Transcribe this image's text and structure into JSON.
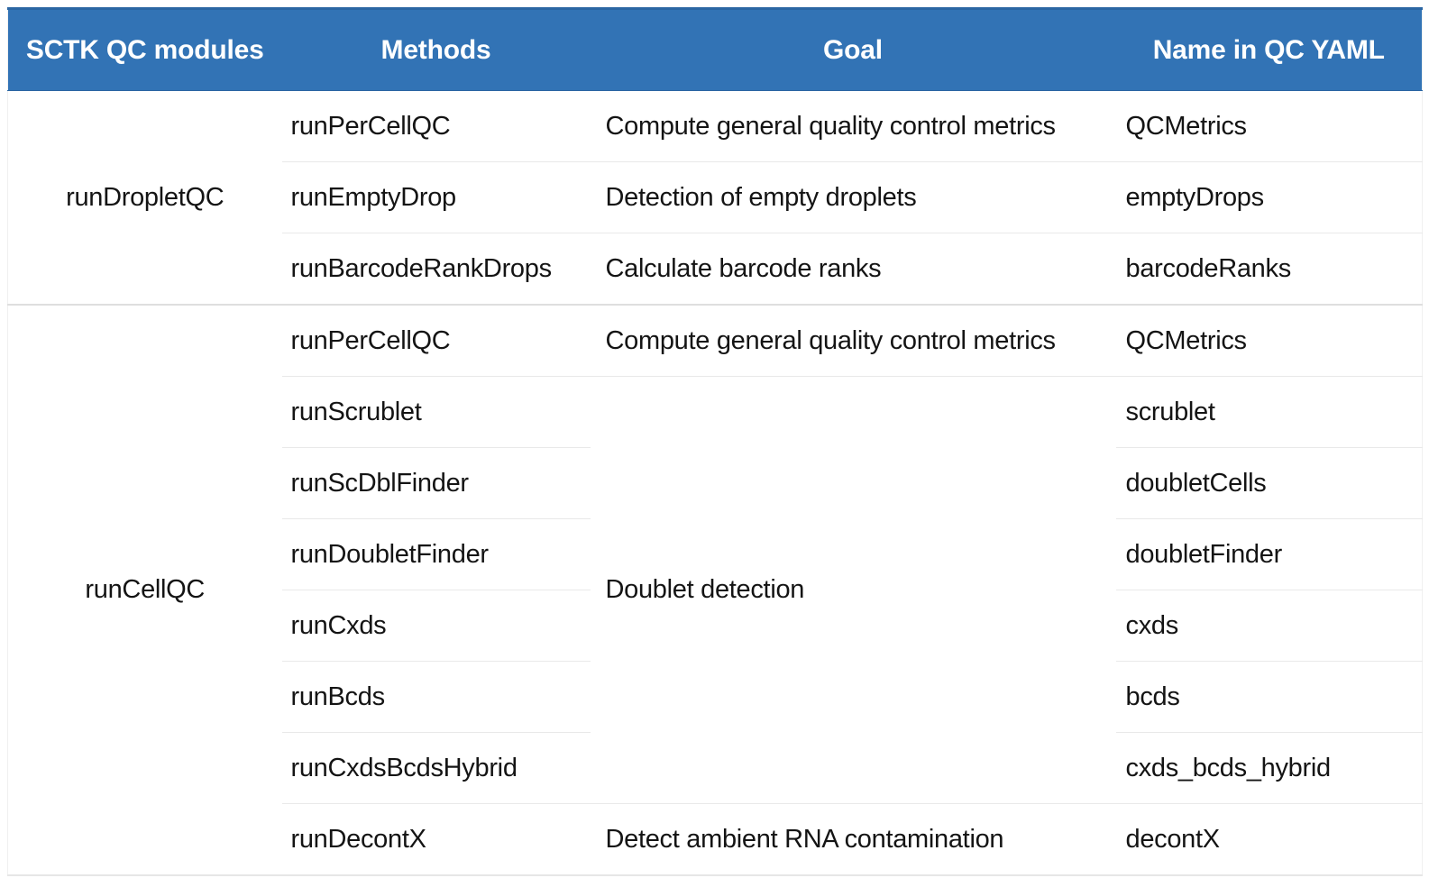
{
  "table": {
    "header": {
      "bg_color": "#3273b5",
      "text_color": "#ffffff",
      "columns": [
        "SCTK QC modules",
        "Methods",
        "Goal",
        "Name in QC YAML"
      ]
    },
    "sections": [
      {
        "module": "runDropletQC",
        "rows": [
          {
            "method": "runPerCellQC",
            "goal": "Compute general quality control metrics",
            "yaml": "QCMetrics"
          },
          {
            "method": "runEmptyDrop",
            "goal": "Detection of empty droplets",
            "yaml": "emptyDrops"
          },
          {
            "method": "runBarcodeRankDrops",
            "goal": "Calculate barcode ranks",
            "yaml": "barcodeRanks"
          }
        ]
      },
      {
        "module": "runCellQC",
        "rows": [
          {
            "method": "runPerCellQC",
            "goal": "Compute general quality control metrics",
            "yaml": "QCMetrics"
          },
          {
            "method": "runScrublet",
            "goal": "Doublet detection",
            "yaml": "scrublet"
          },
          {
            "method": "runScDblFinder",
            "yaml": "doubletCells"
          },
          {
            "method": "runDoubletFinder",
            "yaml": "doubletFinder"
          },
          {
            "method": "runCxds",
            "yaml": "cxds"
          },
          {
            "method": "runBcds",
            "yaml": "bcds"
          },
          {
            "method": "runCxdsBcdsHybrid",
            "yaml": "cxds_bcds_hybrid"
          },
          {
            "method": "runDecontX",
            "goal": "Detect ambient RNA contamination",
            "yaml": "decontX"
          }
        ]
      }
    ]
  }
}
